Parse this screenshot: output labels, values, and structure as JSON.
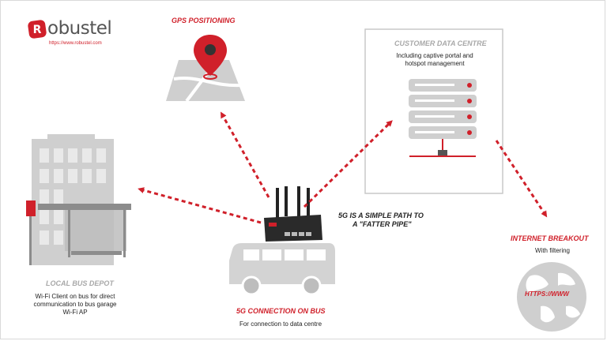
{
  "brand": {
    "name": "obustel",
    "url": "https://www.robustel.com",
    "color": "#d0202a"
  },
  "gps": {
    "title": "GPS POSITIONING"
  },
  "datacentre": {
    "title": "CUSTOMER DATA CENTRE",
    "desc": "Including captive portal and hotspot management"
  },
  "pipe": {
    "line1": "5G IS A SIMPLE PATH TO",
    "line2": "A \"FATTER PIPE\""
  },
  "depot": {
    "title": "LOCAL BUS DEPOT",
    "desc1": "Wi-Fi Client on bus for direct",
    "desc2": "communication to bus garage",
    "desc3": "Wi-Fi AP"
  },
  "bus": {
    "title": "5G CONNECTION ON BUS",
    "desc": "For connection to data centre"
  },
  "internet": {
    "title": "INTERNET BREAKOUT",
    "desc": "With filtering",
    "globe_label": "HTTPS://WWW"
  },
  "icons": [
    "robustel-logo-icon",
    "map-pin-icon",
    "server-rack-icon",
    "building-icon",
    "bus-stop-icon",
    "router-icon",
    "bus-icon",
    "globe-icon"
  ],
  "colors": {
    "accent": "#d0202a",
    "icon_grey": "#cfcfcf",
    "icon_dark_grey": "#b5b5b5"
  }
}
